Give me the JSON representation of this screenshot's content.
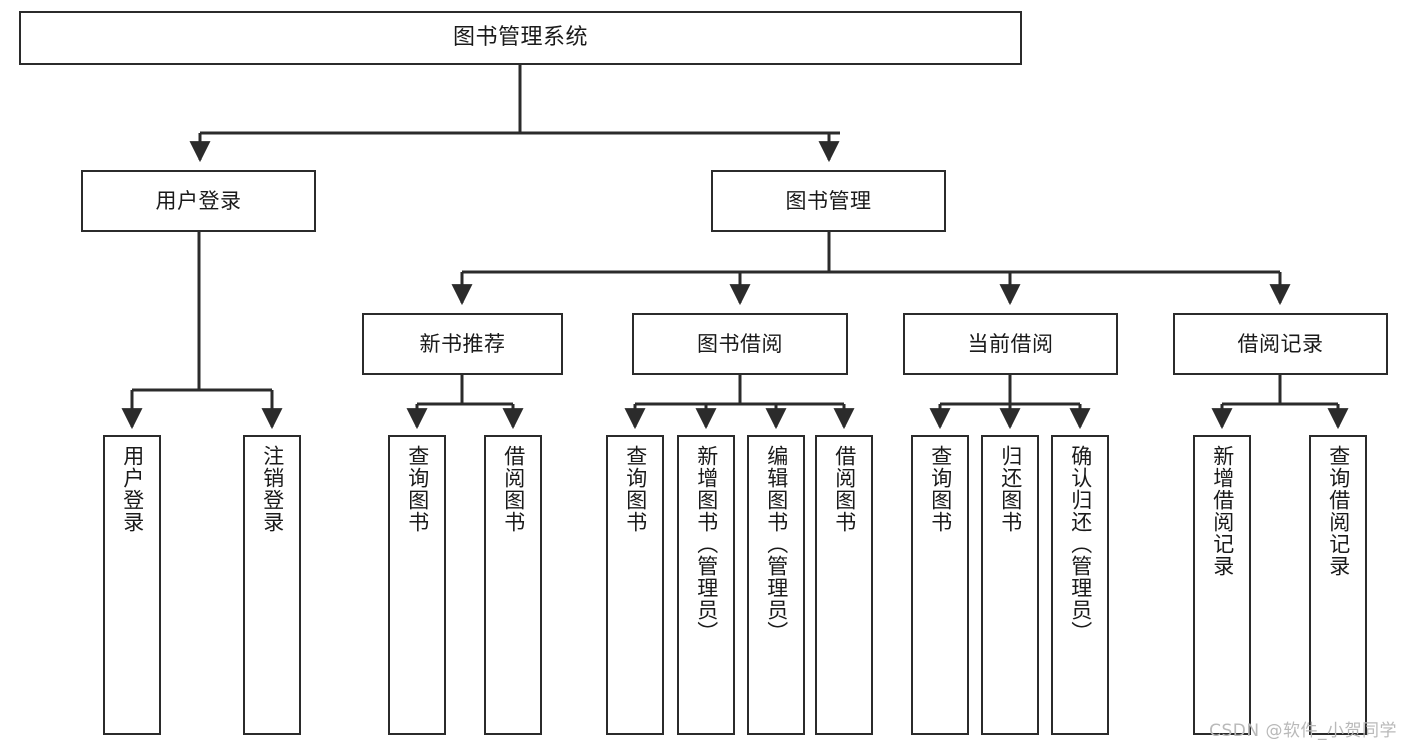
{
  "diagram": {
    "title": "图书管理系统",
    "watermark": "CSDN @软件_小贺同学",
    "line_color": "#2b2b2b",
    "box_fill": "#ffffff",
    "text_color": "#1a1a1a",
    "watermark_color": "#b9b9b9"
  },
  "nodes": {
    "root": {
      "label": "图书管理系统"
    },
    "level2": [
      {
        "label": "用户登录"
      },
      {
        "label": "图书管理"
      }
    ],
    "level3": [
      {
        "label": "新书推荐"
      },
      {
        "label": "图书借阅"
      },
      {
        "label": "当前借阅"
      },
      {
        "label": "借阅记录"
      }
    ],
    "leaves_user_login": [
      {
        "label": "用户登录"
      },
      {
        "label": "注销登录"
      }
    ],
    "leaves_new_book": [
      {
        "label": "查询图书"
      },
      {
        "label": "借阅图书"
      }
    ],
    "leaves_borrow": [
      {
        "label": "查询图书"
      },
      {
        "label": "新增图书（管理员）"
      },
      {
        "label": "编辑图书（管理员）"
      },
      {
        "label": "借阅图书"
      }
    ],
    "leaves_current": [
      {
        "label": "查询图书"
      },
      {
        "label": "归还图书"
      },
      {
        "label": "确认归还（管理员）"
      }
    ],
    "leaves_records": [
      {
        "label": "新增借阅记录"
      },
      {
        "label": "查询借阅记录"
      }
    ]
  }
}
